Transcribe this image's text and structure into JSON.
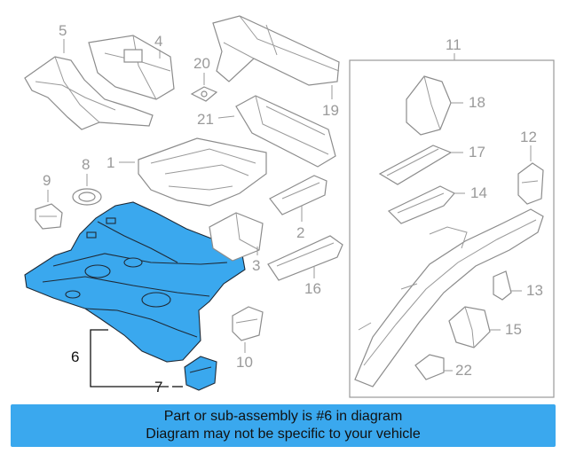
{
  "colors": {
    "highlight": "#3aa8ee",
    "banner": "#3aa8ee",
    "part_outline": "#8c8c8c",
    "callout_dark": "#111111"
  },
  "callouts": {
    "n1": "1",
    "n2": "2",
    "n3": "3",
    "n4": "4",
    "n5": "5",
    "n6": "6",
    "n7": "7",
    "n8": "8",
    "n9": "9",
    "n10": "10",
    "n11": "11",
    "n12": "12",
    "n13": "13",
    "n14": "14",
    "n15": "15",
    "n16": "16",
    "n17": "17",
    "n18": "18",
    "n19": "19",
    "n20": "20",
    "n21": "21",
    "n22": "22"
  },
  "banner": {
    "line1": "Part or sub-assembly is #6 in diagram",
    "line2": "Diagram may not be specific to your vehicle"
  }
}
